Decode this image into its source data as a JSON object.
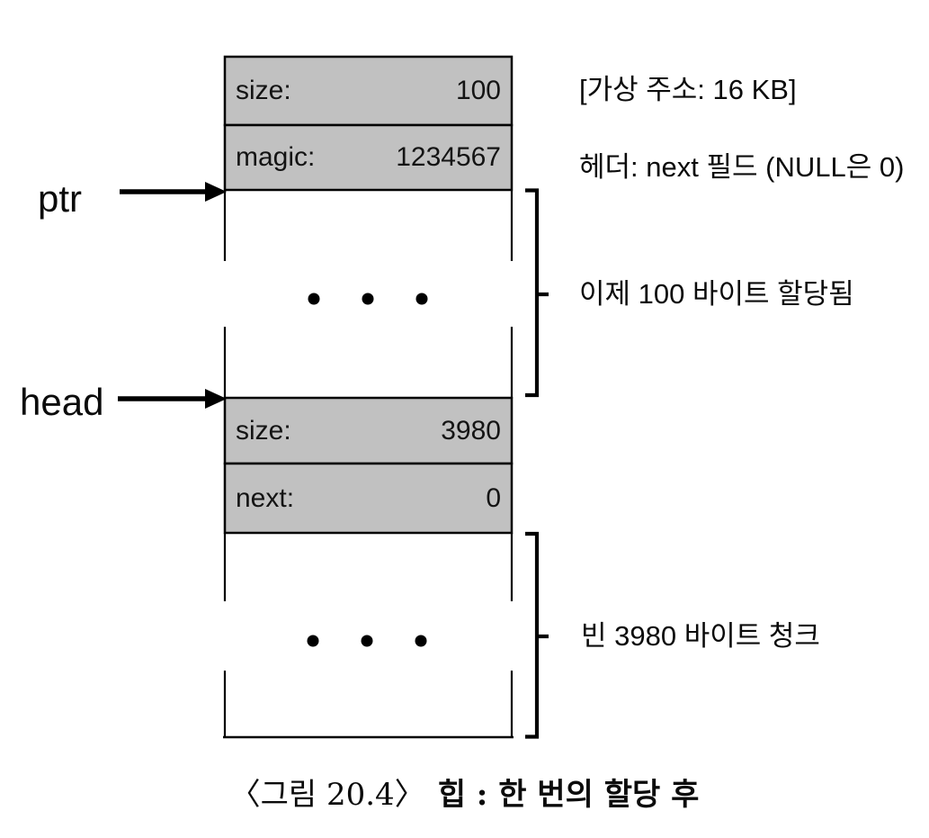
{
  "figure": {
    "pointers": {
      "ptr_label": "ptr",
      "head_label": "head"
    },
    "heap": {
      "rows": [
        {
          "label": "size:",
          "value": "100"
        },
        {
          "label": "magic:",
          "value": "1234567"
        },
        {
          "label": "size:",
          "value": "3980"
        },
        {
          "label": "next:",
          "value": "0"
        }
      ]
    },
    "annotations": {
      "virtual_address": "[가상 주소: 16 KB]",
      "header_note": "헤더: next 필드 (NULL은 0)",
      "allocated_note": "이제 100 바이트 할당됨",
      "free_note": "빈 3980 바이트 청크"
    },
    "caption": {
      "figure_number": "〈그림 20.4〉",
      "title": "힙 : 한 번의 할당 후"
    },
    "colors": {
      "header_fill": "#c1c1c1",
      "line": "#000000",
      "background": "#ffffff"
    }
  }
}
